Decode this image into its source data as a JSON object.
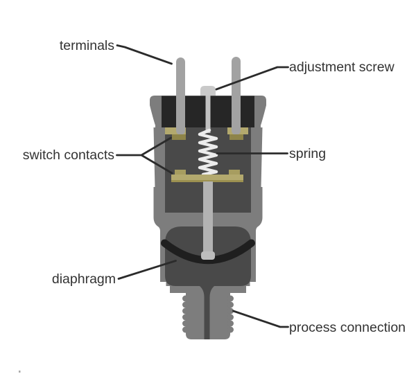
{
  "diagram": {
    "labels": {
      "terminals": "terminals",
      "adjustment_screw": "adjustment screw",
      "switch_contacts": "switch contacts",
      "spring": "spring",
      "diaphragm": "diaphragm",
      "process_connection": "process connection"
    },
    "colors": {
      "background": "#ffffff",
      "housing_grey": "#7d7d7d",
      "interior_dark_grey": "#494949",
      "terminal_block_black": "#262626",
      "diaphragm_black": "#1f1f1f",
      "contact_khaki_light": "#b3a96e",
      "contact_khaki_dark": "#8e8449",
      "contact_khaki_mid": "#a79d60",
      "terminal_grey": "#a2a2a2",
      "screw_head_grey": "#c9c9c9",
      "rod_grey": "#b3b3b3",
      "spring_white": "#ececec",
      "label_text": "#333333",
      "leader_line": "#2b2b2b"
    }
  }
}
